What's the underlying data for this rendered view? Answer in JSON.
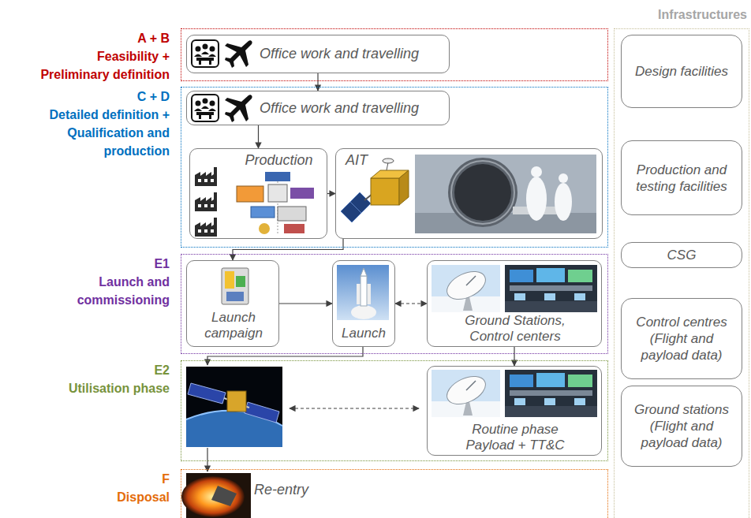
{
  "diagram": {
    "nodes": [
      {
        "text": [
          "A + B",
          "Feasibility + Preliminary definition"
        ]
      },
      {
        "text": [
          "Office work and travelling"
        ],
        "in": 0
      },
      {
        "text": [
          "C + D",
          "Detailed definition + Qualification and production"
        ]
      },
      {
        "text": [
          "Office work and travelling"
        ],
        "in": 2
      },
      {
        "text": [
          "Production"
        ],
        "in": 2
      },
      {
        "text": [
          "AIT"
        ],
        "in": 2
      },
      {
        "text": [
          "E1",
          "Launch and commissioning"
        ]
      },
      {
        "text": [
          "Launch campaign"
        ],
        "in": 6
      },
      {
        "text": [
          "Launch"
        ],
        "in": 6
      },
      {
        "text": [
          "Ground Stations, Control centers"
        ],
        "in": 6
      },
      {
        "text": [
          "E2",
          "Utilisation phase"
        ]
      },
      {
        "text": [
          "Routine phase Payload + TT&C"
        ],
        "in": 10
      },
      {
        "text": [
          "F",
          "Disposal"
        ]
      },
      {
        "text": [
          "Infrastructures"
        ]
      },
      {
        "text": [
          "Design facilities"
        ],
        "in": 13
      },
      {
        "text": [
          "Production and testing facilities"
        ],
        "in": 13
      },
      {
        "text": [
          "CSG"
        ],
        "in": 13
      },
      {
        "text": [
          "Control centres (Flight and payload data)"
        ],
        "in": 13
      },
      {
        "text": [
          "Ground stations (Flight and payload data)"
        ],
        "in": 13
      }
    ],
    "edges": [
      {
        "from": 1,
        "to": 3,
        "arrow": "to"
      },
      {
        "from": 3,
        "to": 4,
        "arrow": "to"
      },
      {
        "from": 4,
        "to": 5,
        "arrow": "to"
      },
      {
        "from": 5,
        "to": 7,
        "arrow": "to"
      },
      {
        "from": 7,
        "to": 8,
        "arrow": "to"
      },
      {
        "from": 8,
        "to": 9,
        "arrow": "both"
      },
      {
        "from": 9,
        "to": 11,
        "arrow": "to"
      }
    ],
    "labels": [
      "Re-entry"
    ]
  }
}
